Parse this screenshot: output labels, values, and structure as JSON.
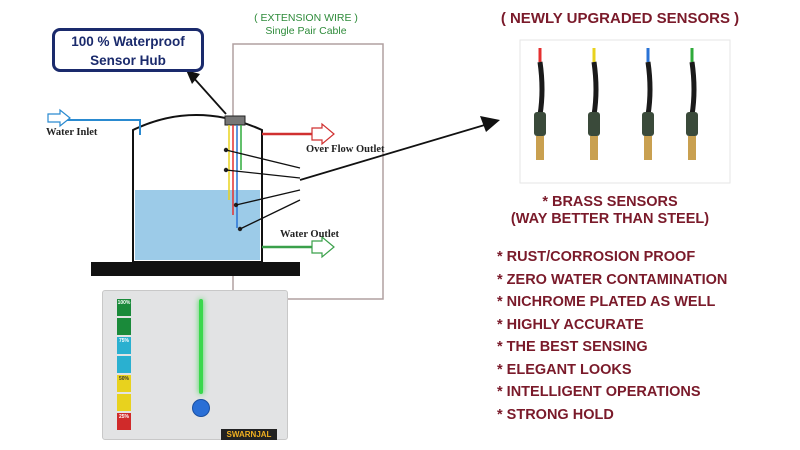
{
  "hub_label": {
    "line1": "100 % Waterproof",
    "line2": "Sensor Hub"
  },
  "extension_wire": {
    "line1": "( EXTENSION WIRE )",
    "line2": "Single Pair Cable"
  },
  "labels": {
    "water_inlet": "Water Inlet",
    "overflow_outlet": "Over Flow Outlet",
    "water_outlet": "Water Outlet"
  },
  "sensors_title": "( NEWLY UPGRADED SENSORS )",
  "sensor_colors": [
    "#e53030",
    "#e8d21e",
    "#2a73d6",
    "#2faa3a"
  ],
  "brass": {
    "line1": "* BRASS SENSORS",
    "line2": "(WAY BETTER THAN STEEL)"
  },
  "features": [
    "* RUST/CORROSION PROOF",
    "* ZERO WATER CONTAMINATION",
    "* NICHROME PLATED AS WELL",
    "* HIGHLY ACCURATE",
    "* THE BEST SENSING",
    "* ELEGANT LOOKS",
    "* INTELLIGENT OPERATIONS",
    "* STRONG HOLD"
  ],
  "panel": {
    "levels": [
      {
        "label": "100%",
        "color": "#1a8a3a"
      },
      {
        "label": "75%",
        "color": "#2ab0d0"
      },
      {
        "label": "50%",
        "color": "#e8d21e"
      },
      {
        "label": "25%",
        "color": "#d02a2a"
      }
    ],
    "brand": "SWARNJAL"
  },
  "colors": {
    "water": "#9ccbe8",
    "text_dark_red": "#7a1a2a",
    "hub_border": "#1a2a6c",
    "wire_green": "#2e8b3a"
  }
}
